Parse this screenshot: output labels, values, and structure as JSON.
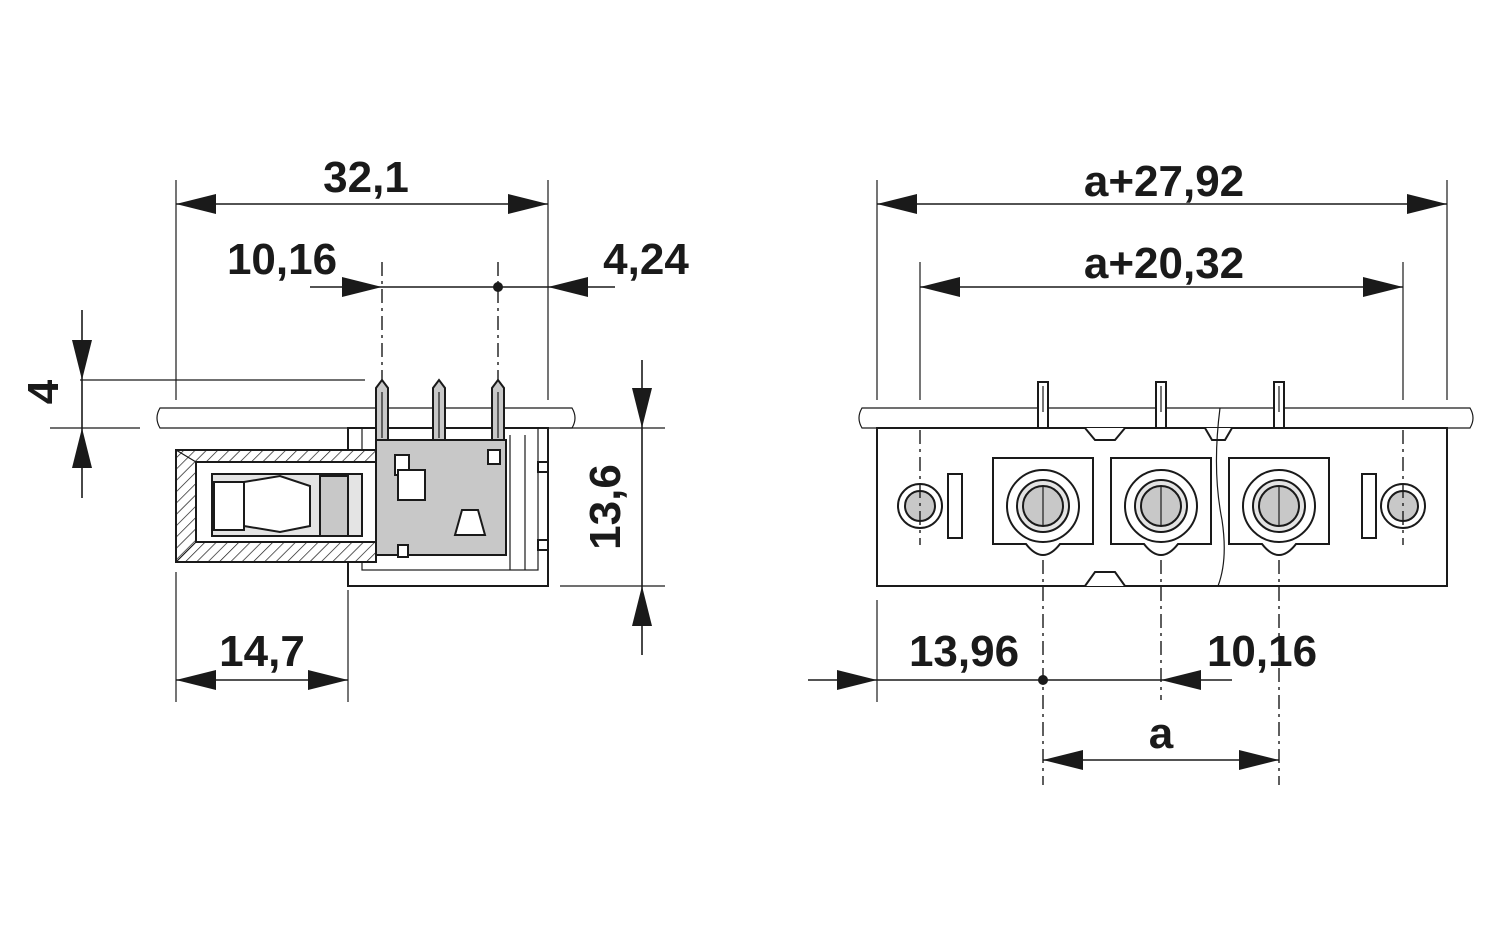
{
  "left_view": {
    "dimensions": {
      "overall_length": "32,1",
      "pin_pitch": "10,16",
      "pin_offset": "4,24",
      "pcb_thickness": "4",
      "height": "13,6",
      "plug_length": "14,7"
    }
  },
  "right_view": {
    "dimensions": {
      "overall_width": "a+27,92",
      "flange_width": "a+20,32",
      "edge_to_first_pin": "13,96",
      "pitch": "10,16",
      "pin_span": "a"
    }
  }
}
